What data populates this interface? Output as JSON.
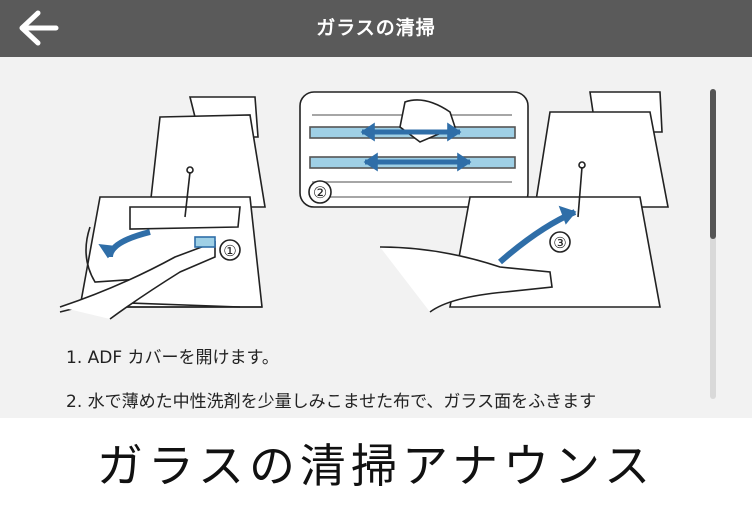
{
  "header": {
    "title": "ガラスの清掃",
    "back_icon": "arrow-left-icon"
  },
  "illustration": {
    "markers": [
      "①",
      "②",
      "③"
    ]
  },
  "steps": [
    "1. ADF カバーを開けます。",
    "2. 水で薄めた中性洗剤を少量しみこませた布で、ガラス面をふきます"
  ],
  "caption": "ガラスの清掃アナウンス",
  "colors": {
    "header_bg": "#5a5a5a",
    "content_bg": "#f2f2f2",
    "accent_blue": "#9fd0e6",
    "arrow_blue": "#2f6ea8"
  }
}
